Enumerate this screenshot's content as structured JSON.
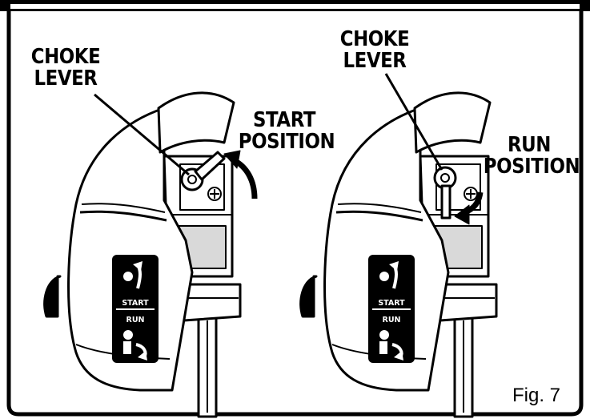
{
  "figure": {
    "label": "Fig. 7"
  },
  "left_panel": {
    "lever_label_line1": "CHOKE",
    "lever_label_line2": "LEVER",
    "position_label_line1": "START",
    "position_label_line2": "POSITION",
    "badge_start": "START",
    "badge_run": "RUN"
  },
  "right_panel": {
    "lever_label_line1": "CHOKE",
    "lever_label_line2": "LEVER",
    "position_label_line1": "RUN",
    "position_label_line2": "POSITION",
    "badge_start": "START",
    "badge_run": "RUN"
  },
  "colors": {
    "line": "#000000",
    "gray": "#d9d9d9",
    "background": "#ffffff"
  },
  "icons": [
    "curved-arrow-icon",
    "start-icon",
    "run-icon",
    "screw-icon"
  ]
}
